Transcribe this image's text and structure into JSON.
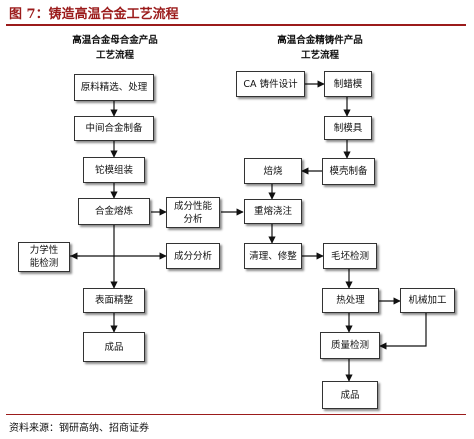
{
  "figure": {
    "title": "图 7：铸造高温合金工艺流程",
    "source": "资料来源：钢研高纳、招商证券"
  },
  "left_flow": {
    "heading_line1": "高温合金母合金产品",
    "heading_line2": "工艺流程",
    "steps": [
      "原料精选、处理",
      "中间合金制备",
      "铊模组装",
      "合金熔炼",
      "表面精整",
      "成品"
    ],
    "side_test": "力学性\n能检测"
  },
  "middle": {
    "performance_analysis": "成分性能\n分析",
    "composition_analysis": "成分分析"
  },
  "right_flow": {
    "heading_line1": "高温合金精铸件产品",
    "heading_line2": "工艺流程",
    "ca_design": "CA 铸件设计",
    "wax_mold": "制蜡模",
    "shell_making": "制模具",
    "shell_mold": "模壳制备",
    "roasting": "焙烧",
    "remelt_pour": "重熔浇注",
    "clean_trim": "清理、修整",
    "blank_inspect": "毛坯检测",
    "heat_treat": "热处理",
    "machining": "机械加工",
    "quality_inspect": "质量检测",
    "product": "成品"
  }
}
